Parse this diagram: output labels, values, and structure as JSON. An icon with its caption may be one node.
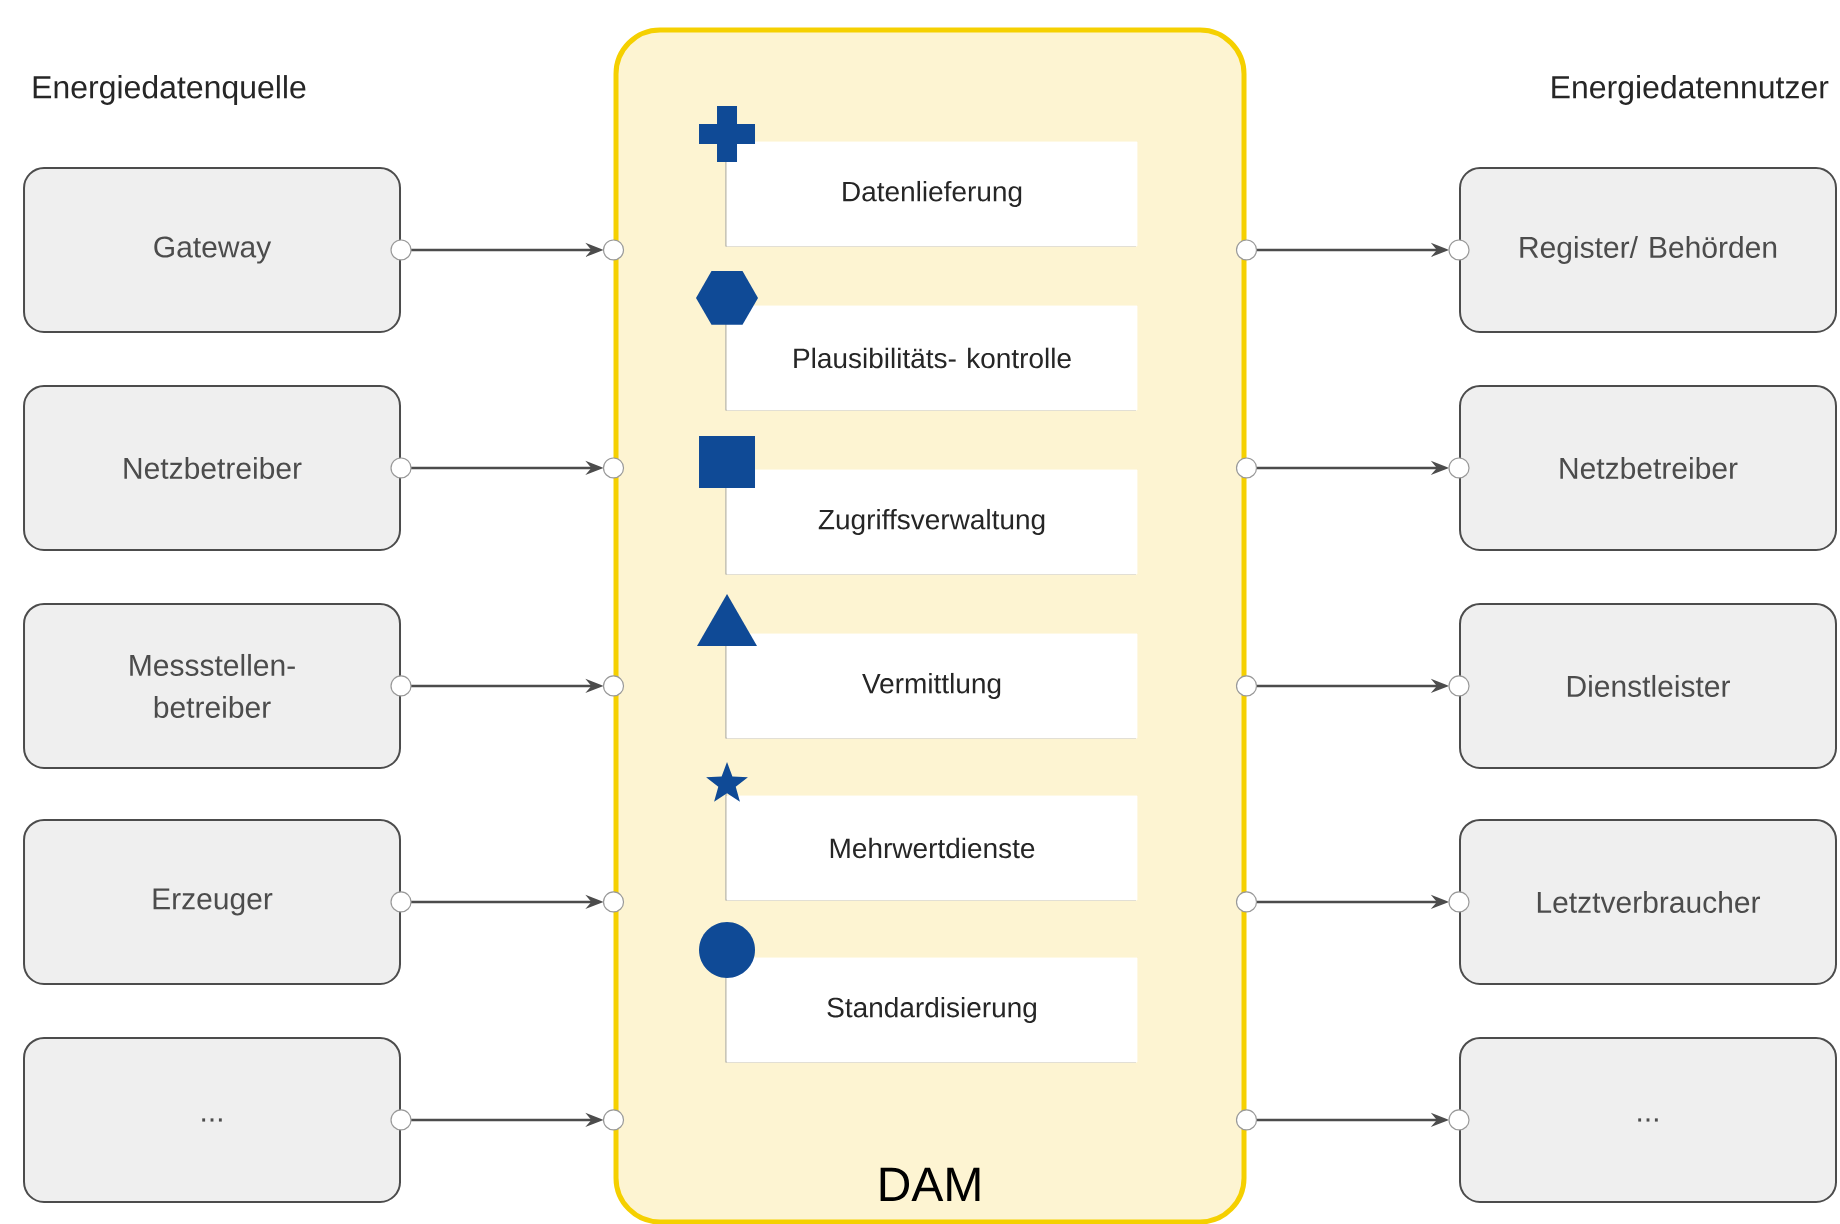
{
  "diagram": {
    "nodes": [
      {
        "text": [
          "DAM"
        ]
      },
      {
        "text": [
          "Datenlieferung"
        ],
        "in": 0
      },
      {
        "text": [
          "Plausibilitäts- kontrolle"
        ],
        "in": 0
      },
      {
        "text": [
          "Zugriffsverwaltung"
        ],
        "in": 0
      },
      {
        "text": [
          "Vermittlung"
        ],
        "in": 0
      },
      {
        "text": [
          "Mehrwertdienste"
        ],
        "in": 0
      },
      {
        "text": [
          "Standardisierung"
        ],
        "in": 0
      },
      {
        "text": [
          "Gateway"
        ]
      },
      {
        "text": [
          "Netzbetreiber"
        ]
      },
      {
        "text": [
          "Messstellen- betreiber"
        ]
      },
      {
        "text": [
          "Erzeuger"
        ]
      },
      {
        "text": [
          "..."
        ]
      },
      {
        "text": [
          "Register/ Behörden"
        ]
      },
      {
        "text": [
          "Netzbetreiber"
        ]
      },
      {
        "text": [
          "Dienstleister"
        ]
      },
      {
        "text": [
          "Letztverbraucher"
        ]
      },
      {
        "text": [
          "..."
        ]
      }
    ],
    "edges": [
      {
        "from": 7,
        "to": 0,
        "arrow": "to"
      },
      {
        "from": 8,
        "to": 0,
        "arrow": "to"
      },
      {
        "from": 9,
        "to": 0,
        "arrow": "to"
      },
      {
        "from": 10,
        "to": 0,
        "arrow": "to"
      },
      {
        "from": 11,
        "to": 0,
        "arrow": "to"
      },
      {
        "from": 0,
        "to": 12,
        "arrow": "to"
      },
      {
        "from": 0,
        "to": 13,
        "arrow": "to"
      },
      {
        "from": 0,
        "to": 14,
        "arrow": "to"
      },
      {
        "from": 0,
        "to": 15,
        "arrow": "to"
      },
      {
        "from": 0,
        "to": 16,
        "arrow": "to"
      }
    ],
    "labels": [
      "Energiedatenquelle",
      "Energiedatennutzer"
    ]
  }
}
